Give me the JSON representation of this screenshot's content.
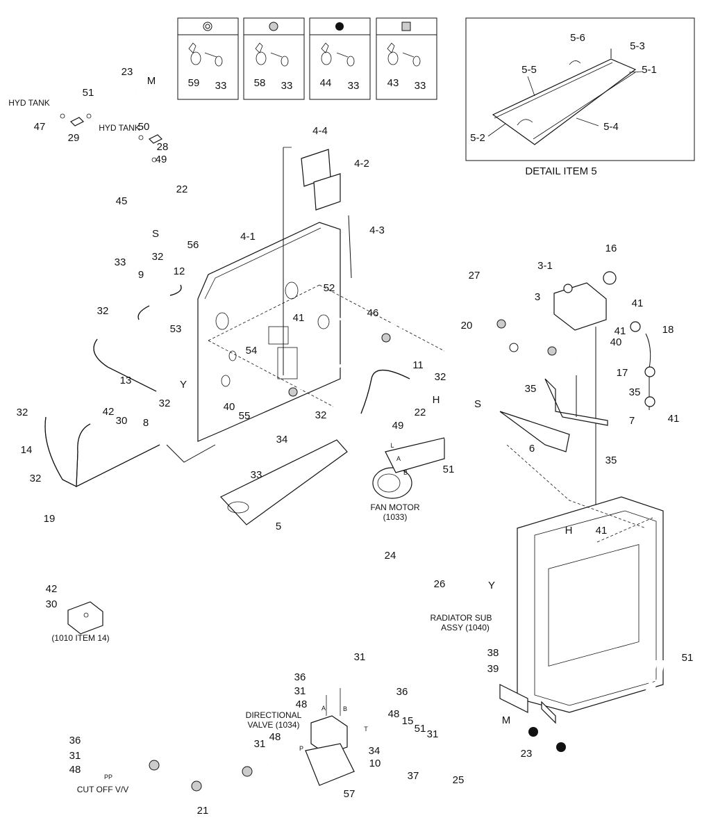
{
  "legend_boxes": [
    {
      "symbol": "circle-ring",
      "left_part": "59",
      "right_part": "33"
    },
    {
      "symbol": "circle-dotted",
      "left_part": "58",
      "right_part": "33"
    },
    {
      "symbol": "circle-solid",
      "left_part": "44",
      "right_part": "33"
    },
    {
      "symbol": "square-dotted",
      "left_part": "43",
      "right_part": "33"
    }
  ],
  "detail": {
    "title": "DETAIL ITEM 5",
    "labels": [
      "5-6",
      "5-3",
      "5-5",
      "5-1",
      "5-4",
      "5-2"
    ]
  },
  "callouts": {
    "hyd_tank_left": "HYD TANK",
    "hyd_tank_right": "HYD TANK",
    "fan_motor": "FAN MOTOR",
    "fan_motor_ref": "(1033)",
    "radiator_1": "RADIATOR SUB",
    "radiator_2": "ASSY (1040)",
    "directional_1": "DIRECTIONAL",
    "directional_2": "VALVE (1034)",
    "cut_off": "CUT OFF V/V",
    "item14": "(1010 ITEM 14)"
  },
  "part_numbers": [
    "23",
    "M",
    "51",
    "47",
    "29",
    "50",
    "28",
    "49",
    "22",
    "45",
    "S",
    "4-4",
    "4-2",
    "4-3",
    "4-1",
    "56",
    "33",
    "9",
    "32",
    "12",
    "32",
    "13",
    "32",
    "Y",
    "53",
    "54",
    "40",
    "55",
    "41",
    "52",
    "46",
    "27",
    "20",
    "16",
    "3-1",
    "3",
    "41",
    "41",
    "40",
    "18",
    "17",
    "41",
    "11",
    "32",
    "H",
    "32",
    "35",
    "35",
    "7",
    "6",
    "35",
    "32",
    "14",
    "42",
    "30",
    "8",
    "32",
    "19",
    "42",
    "30",
    "33",
    "34",
    "5",
    "49",
    "22",
    "S",
    "L",
    "A",
    "B",
    "51",
    "24",
    "26",
    "H",
    "41",
    "Y",
    "38",
    "39",
    "51",
    "31",
    "36",
    "36",
    "31",
    "48",
    "48",
    "48",
    "15",
    "51",
    "31",
    "36",
    "31",
    "48",
    "31",
    "34",
    "10",
    "37",
    "57",
    "21",
    "25",
    "23",
    "M",
    "P",
    "T",
    "A",
    "B",
    "PP"
  ]
}
